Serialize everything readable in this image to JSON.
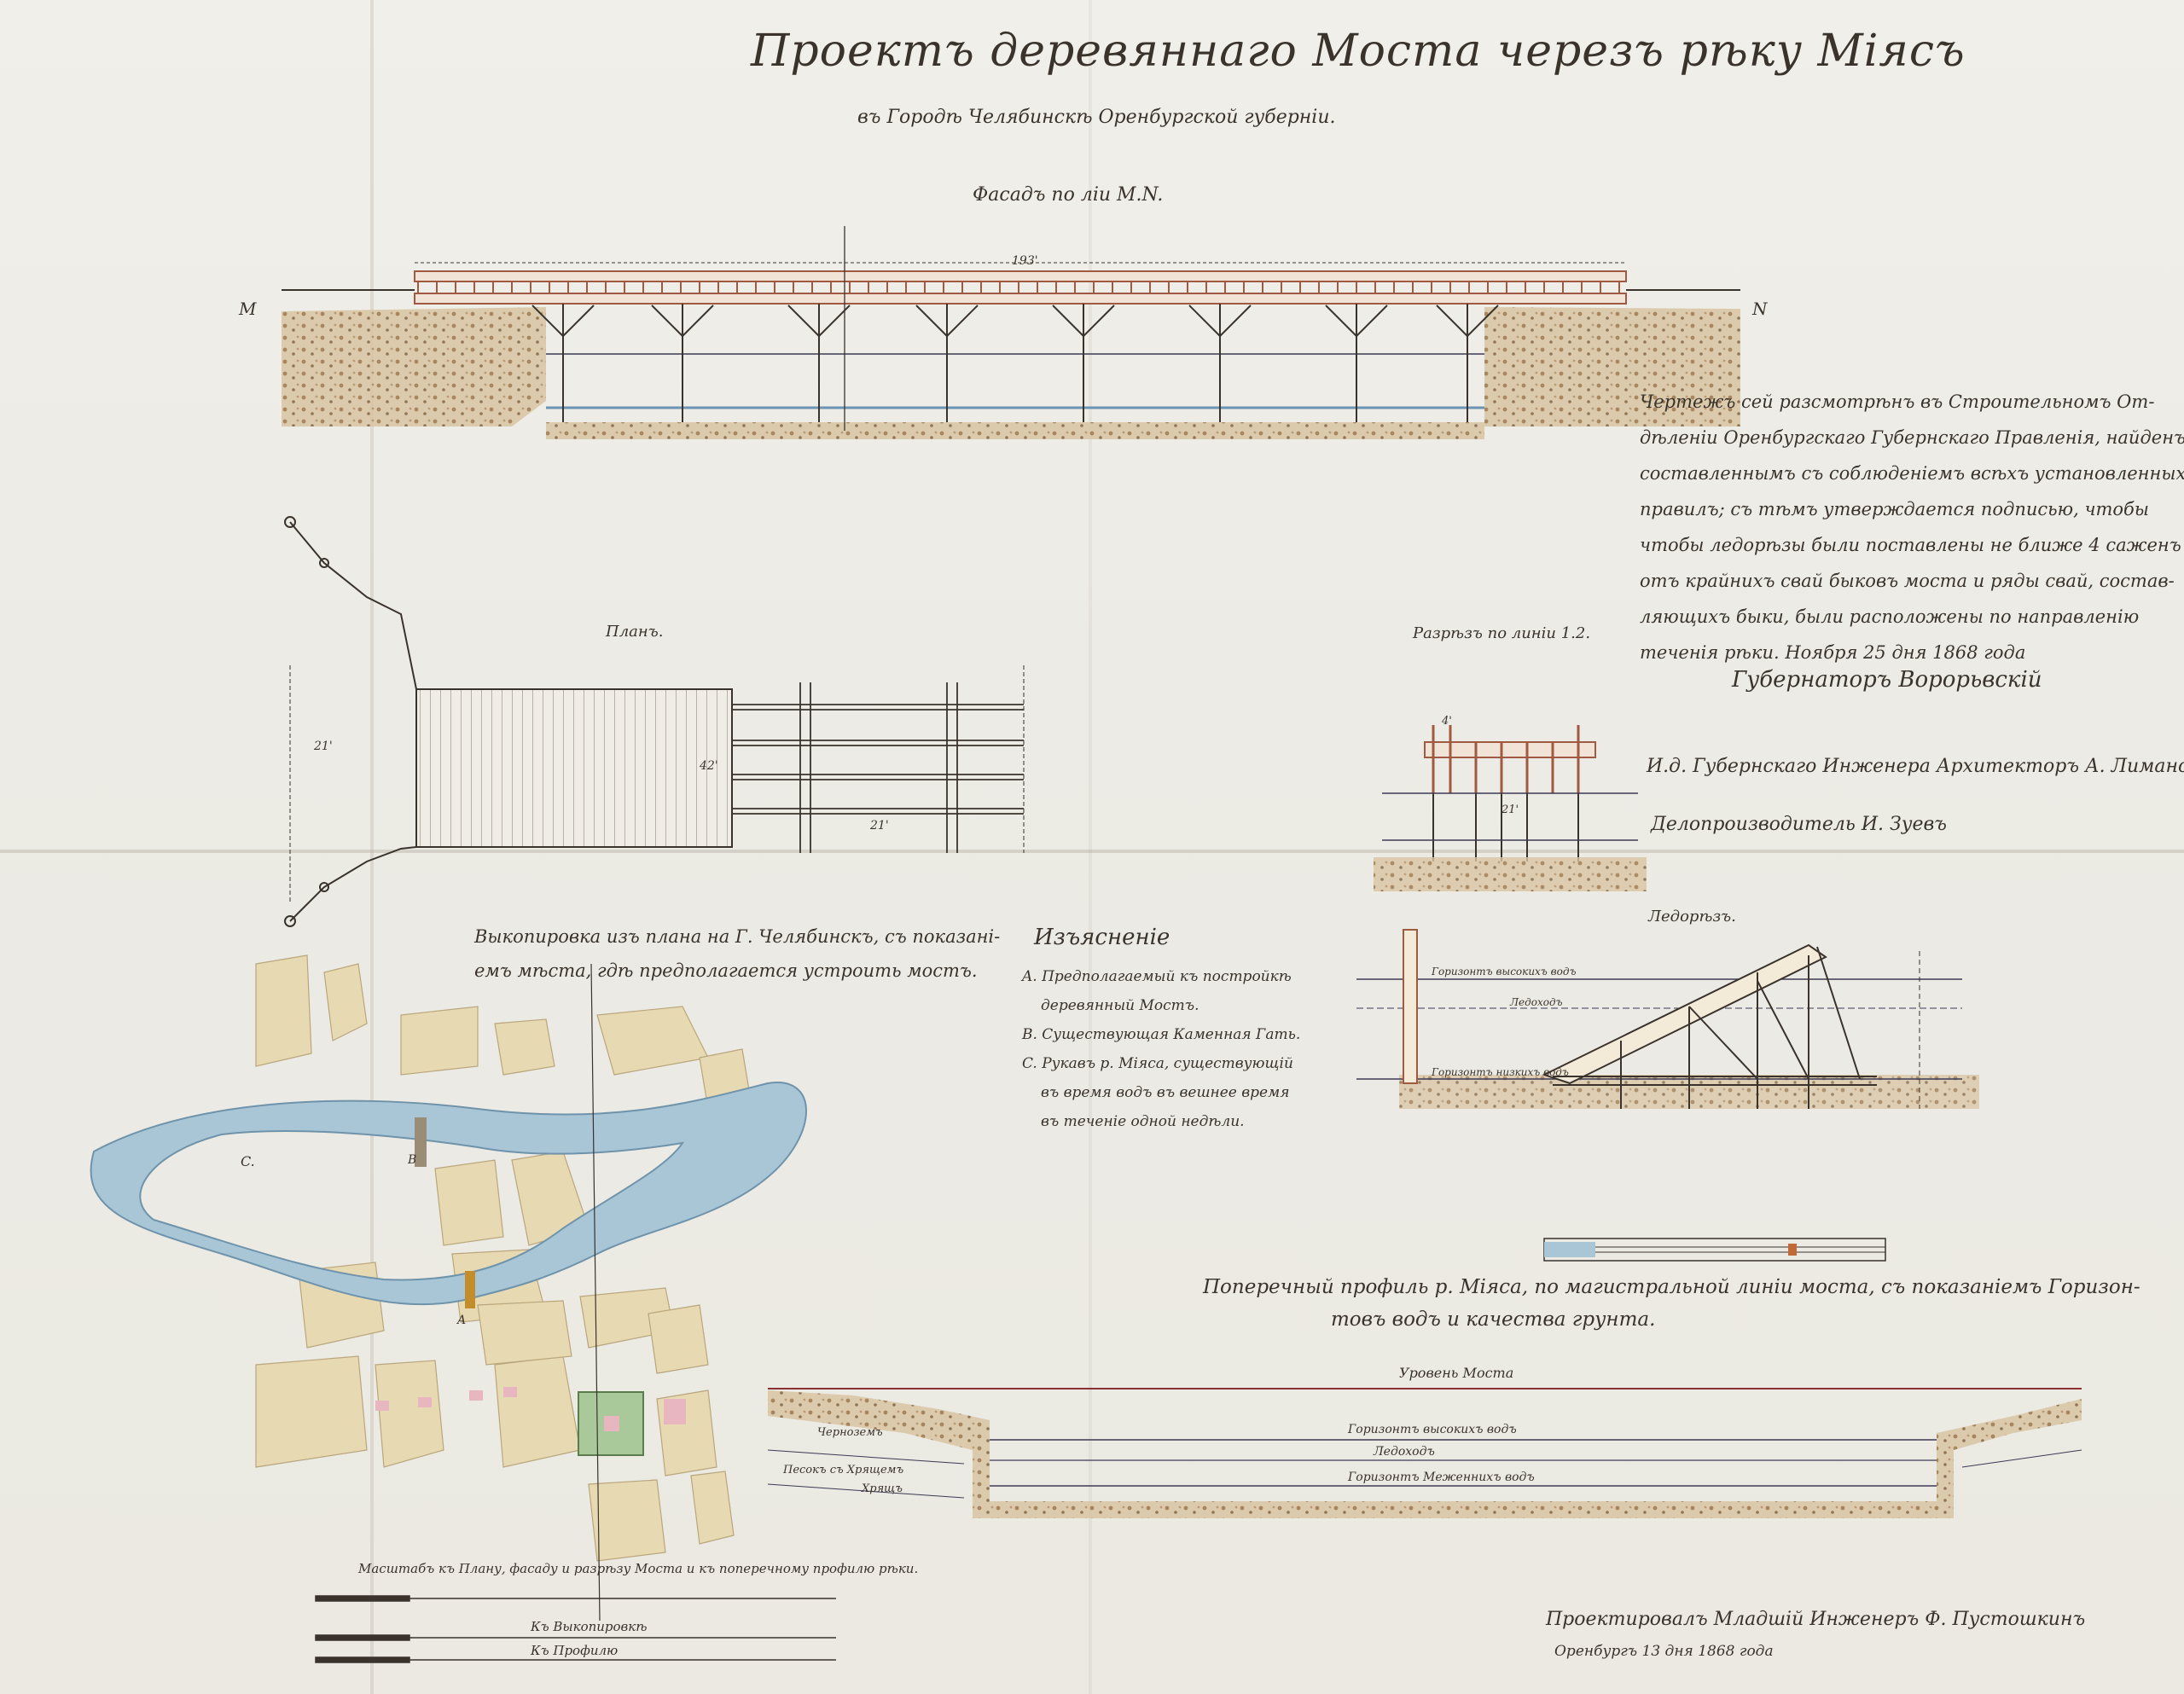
{
  "title": "Проектъ деревяннаго Моста черезъ рѣку Міясъ",
  "subtitle": "въ Городѣ Челябинскѣ Оренбургской губерніи.",
  "facade": {
    "label": "Фасадъ по ліи M.N.",
    "point_m": "M",
    "point_n": "N"
  },
  "plan": {
    "label": "Планъ."
  },
  "section": {
    "label": "Разрѣзъ по линіи 1.2."
  },
  "icebreaker": {
    "label": "Ледорѣзъ.",
    "high_water": "Горизонтъ высокихъ водъ",
    "ice": "Ледоходъ",
    "low_water": "Горизонтъ низкихъ водъ"
  },
  "approval": {
    "lines": [
      "Чертежъ сей разсмотрѣнъ въ Строительномъ От-",
      "дѣленіи Оренбургскаго Губернскаго Правленія, найденъ",
      "составленнымъ съ соблюденіемъ всѣхъ установленныхъ",
      "правилъ; съ тѣмъ утверждается подписью, чтобы",
      "чтобы ледорѣзы были поставлены не ближе 4 саженъ",
      "отъ крайнихъ свай быковъ моста и ряды свай, состав-",
      "ляющихъ быки, были расположены по направленію",
      "теченія рѣки. Ноября 25 дня 1868 года"
    ],
    "governor": "Губернаторъ Ворорьвскій",
    "engineer": "И.д. Губернскаго Инженера Архитекторъ А. Лимановскій",
    "clerk": "Делопроизводитель И. Зуевъ"
  },
  "city_plan": {
    "label_line1": "Выкопировка изъ плана на Г. Челябинскъ, съ показані-",
    "label_line2": "емъ мѣста, гдѣ предполагается устроить мостъ."
  },
  "legend": {
    "heading": "Изъясненіе",
    "items": [
      "A. Предполагаемый къ постройкѣ",
      "деревянный Мостъ.",
      "B. Существующая Каменная Гать.",
      "C. Рукавъ р. Міяса, существующій",
      "въ время водъ въ вешнее время",
      "въ теченіе одной недѣли."
    ],
    "letter_c": "C.",
    "letter_b": "B",
    "letter_a": "A"
  },
  "profile": {
    "title_line1": "Поперечный профиль р. Міяса, по магистральной линіи моста, съ показаніемъ Горизон-",
    "title_line2": "товъ водъ и качества грунта.",
    "bridge_level": "Уровень Моста",
    "high_water": "Горизонтъ высокихъ водъ",
    "ice": "Ледоходъ",
    "low_water": "Горизонтъ Меженнихъ водъ",
    "soil1": "Черноземъ",
    "soil2": "Песокъ съ Хрящемъ",
    "soil3": "Хрящъ"
  },
  "scale": {
    "title": "Масштабъ къ Плану, фасаду и разрѣзу Моста и къ поперечному профилю рѣки.",
    "row1": "Къ Выкопировкѣ",
    "row2": "Къ Профилю"
  },
  "author": {
    "line1": "Проектировалъ Младшій Инженеръ Ф. Пустошкинъ",
    "line2": "Оренбургъ 13 дня 1868 года"
  },
  "dims": {
    "facade_length": "193'",
    "plan_a": "21'",
    "plan_b": "42'",
    "plan_c": "21'",
    "section_a": "4'",
    "section_b": "21'"
  },
  "colors": {
    "ink": "#3a332c",
    "water": "#a9c6d6",
    "earth": "#b08c62",
    "rail": "#a05a42",
    "plot": "#e7d9b2"
  }
}
